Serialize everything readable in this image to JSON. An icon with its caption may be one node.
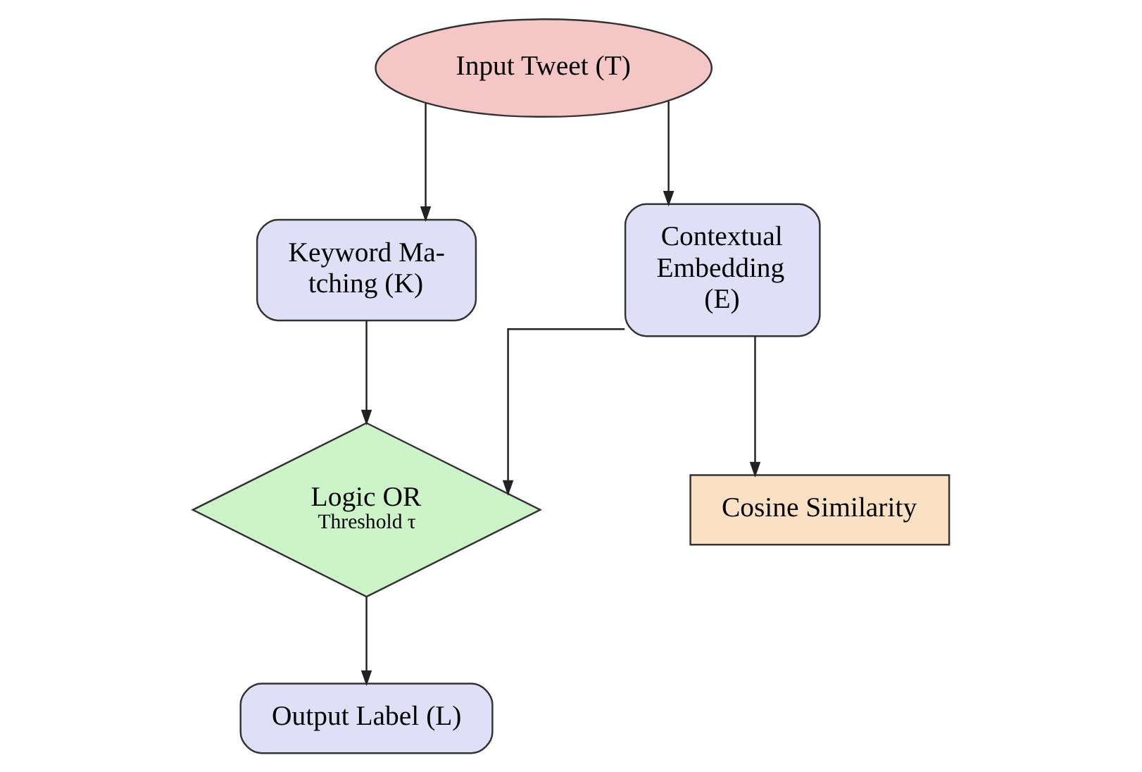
{
  "diagram": {
    "nodes": [
      {
        "text": [
          "Input Tweet (T)"
        ]
      },
      {
        "text": [
          "Keyword Ma- tching (K)"
        ]
      },
      {
        "text": [
          "Contextual Embedding (E)"
        ]
      },
      {
        "text": [
          "Logic OR",
          "Threshold τ"
        ]
      },
      {
        "text": [
          "Cosine Similarity"
        ]
      },
      {
        "text": [
          "Output Label (L)"
        ]
      }
    ],
    "edges": [
      {
        "from": 0,
        "to": 1,
        "arrow": "to"
      },
      {
        "from": 0,
        "to": 2,
        "arrow": "to"
      },
      {
        "from": 1,
        "to": 3,
        "arrow": "to"
      },
      {
        "from": 2,
        "to": 3,
        "arrow": "to"
      },
      {
        "from": 2,
        "to": 4,
        "arrow": "to"
      },
      {
        "from": 3,
        "to": 5,
        "arrow": "to"
      }
    ]
  }
}
